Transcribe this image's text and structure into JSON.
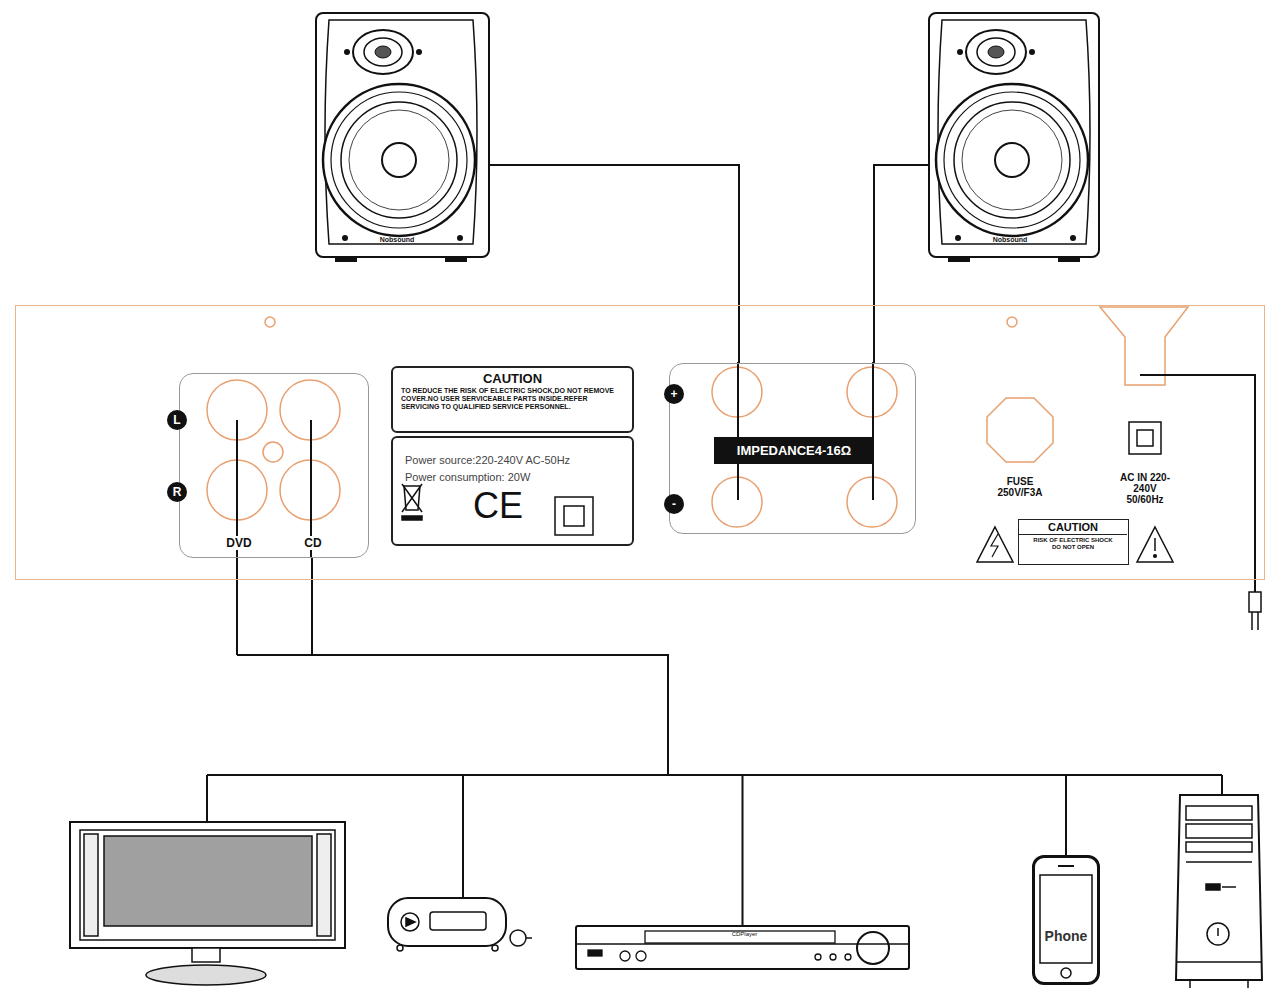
{
  "diagram": {
    "nodes": [
      {
        "text": [
          "Nobsound"
        ]
      },
      {
        "text": [
          "Nobsound"
        ]
      },
      {
        "text": []
      },
      {
        "text": [
          "L",
          "R",
          "DVD",
          "CD"
        ],
        "in": 2
      },
      {
        "text": [
          "CAUTION",
          "TO REDUCE THE RISK OF ELECTRIC SHOCK,DO NOT REMOVE COVER.NO USER SERVICEABLE PARTS INSIDE.REFER SERVICING TO QUALIFIED SERVICE PERSONNEL."
        ],
        "in": 2
      },
      {
        "text": [
          "Power source:220-240V AC-50Hz",
          "Power consumption: 20W",
          "CE"
        ],
        "in": 2
      },
      {
        "text": [
          "+",
          "-",
          "IMPEDANCE4-16Ω"
        ],
        "in": 2
      },
      {
        "text": [
          "CAUTION",
          "RISK OF ELECTRIC SHOCK DO NOT OPEN"
        ],
        "in": 2
      },
      {
        "text": [
          "CDPlayer"
        ]
      },
      {
        "text": [
          "Phone"
        ]
      }
    ],
    "edges": [
      {
        "from": 0,
        "to": 6,
        "arrow": "none"
      },
      {
        "from": 1,
        "to": 6,
        "arrow": "none"
      },
      {
        "from": 8,
        "to": 3,
        "arrow": "none"
      },
      {
        "from": 9,
        "to": 3,
        "arrow": "none"
      }
    ],
    "labels": [
      "FUSE 250V/F3A",
      "AC IN 220-240V 50/60Hz"
    ]
  }
}
